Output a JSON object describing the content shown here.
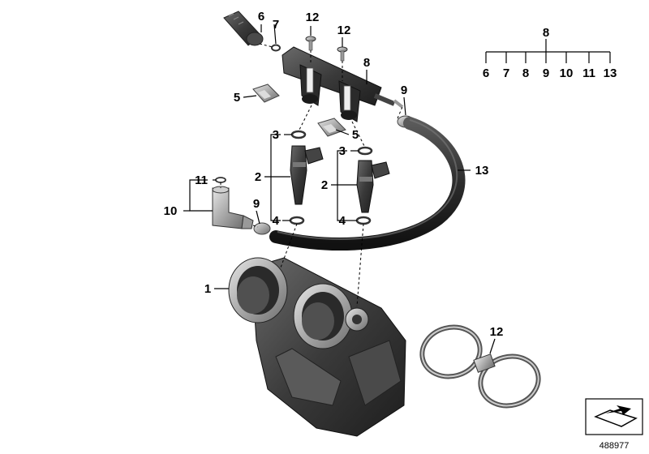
{
  "diagram": {
    "reference_number": "488977",
    "callouts": {
      "bolt_top": "6",
      "oring_top": "7",
      "screw_left": "12",
      "screw_right": "12",
      "fuel_rail": "8",
      "hose_clamp_right": "9",
      "clip_left": "5",
      "clip_mid": "5",
      "seal_left_top": "3",
      "seal_right_top": "3",
      "injector_left": "2",
      "injector_right": "2",
      "seal_left_bottom": "4",
      "seal_right_bottom": "4",
      "elbow_oring": "11",
      "elbow_connector": "10",
      "hose_clamp_left": "9",
      "fuel_hose": "13",
      "throttle_body": "1",
      "hose_clamps": "12"
    },
    "legend_tree": {
      "root": "8",
      "children": [
        "6",
        "7",
        "8",
        "9",
        "10",
        "11",
        "13"
      ]
    }
  },
  "colors": {
    "part_dark": "#3a3a3a",
    "part_mid": "#6b6b6b",
    "part_light": "#a8a8a8",
    "metal": "#c9c9c9",
    "line": "#000000"
  }
}
